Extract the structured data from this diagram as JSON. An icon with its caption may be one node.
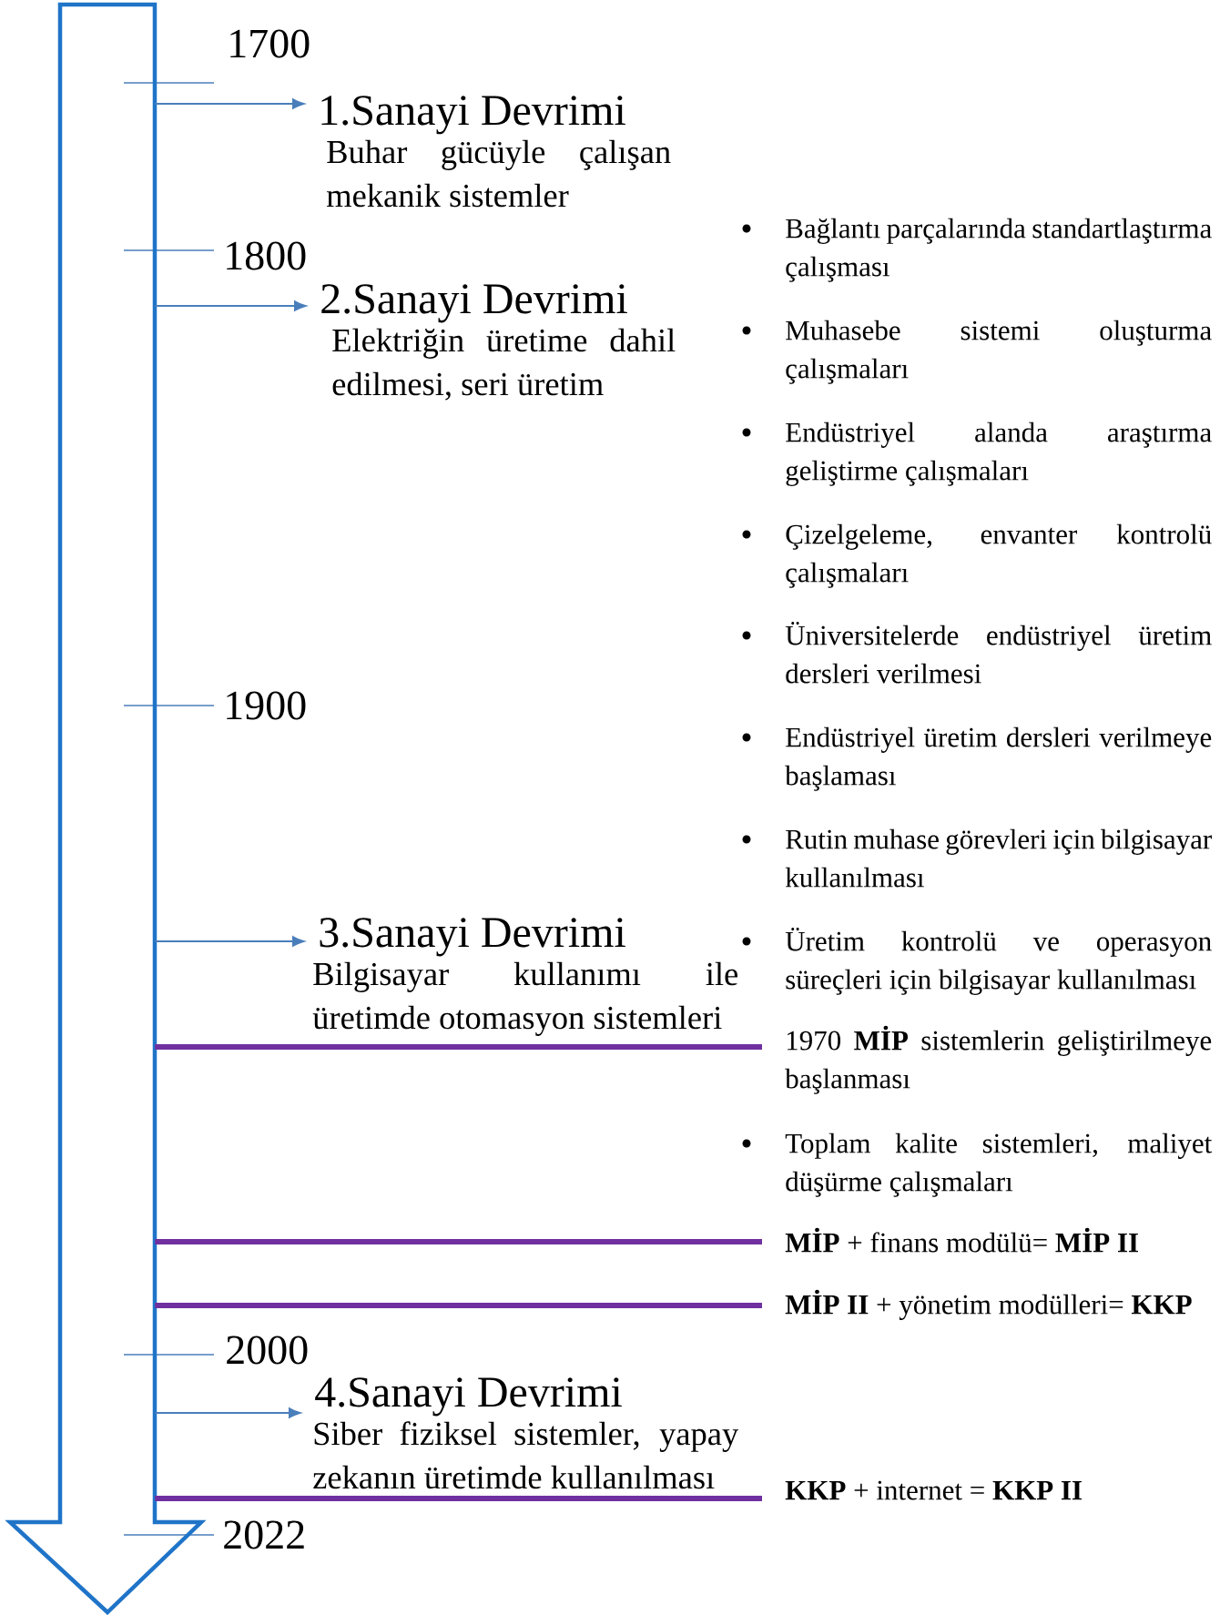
{
  "diagram": {
    "nodes": [
      {
        "text": [],
        "shape": "arrow"
      },
      {
        "text": [
          "1.Sanayi Devrimi",
          "Buhar gücüyle çalışan mekanik sistemler"
        ]
      },
      {
        "text": [
          "2.Sanayi Devrimi",
          "Elektriğin üretime dahil edilmesi, seri üretim"
        ]
      },
      {
        "text": [
          "3.Sanayi Devrimi",
          "Bilgisayar kullanımı ile üretimde otomasyon sistemleri"
        ]
      },
      {
        "text": [
          "4.Sanayi Devrimi",
          "Siber fiziksel sistemler, yapay zekanın üretimde kullanılması"
        ]
      },
      {
        "text": [
          "1970 **MİP** sistemlerin geliştirilmeye başlanması"
        ]
      },
      {
        "text": [
          "**MİP** + finans modülü= **MİP II**"
        ]
      },
      {
        "text": [
          "**MİP II** + yönetim modülleri= **KKP**"
        ]
      },
      {
        "text": [
          "**KKP** + internet = **KKP II**"
        ]
      }
    ],
    "edges": [
      {
        "from": 0,
        "to": 1,
        "arrow": "to"
      },
      {
        "from": 0,
        "to": 2,
        "arrow": "to"
      },
      {
        "from": 0,
        "to": 3,
        "arrow": "to"
      },
      {
        "from": 0,
        "to": 4,
        "arrow": "to"
      },
      {
        "from": 0,
        "to": 5,
        "arrow": "none",
        "style": "thick",
        "color": "#7030a0"
      },
      {
        "from": 0,
        "to": 6,
        "arrow": "none",
        "style": "thick",
        "color": "#7030a0"
      },
      {
        "from": 0,
        "to": 7,
        "arrow": "none",
        "style": "thick",
        "color": "#7030a0"
      },
      {
        "from": 0,
        "to": 8,
        "arrow": "none",
        "style": "thick",
        "color": "#7030a0"
      }
    ],
    "labels": [
      "1700",
      "1800",
      "1900",
      "2000",
      "2022",
      "Bağlantı parçalarında standartlaştırma çalışması",
      "Muhasebe sistemi oluşturma çalışmaları",
      "Endüstriyel alanda araştırma geliştirme çalışmaları",
      "Çizelgeleme, envanter kontrolü çalışmaları",
      "Üniversitelerde endüstriyel üretim dersleri verilmesi",
      "Endüstriyel üretim dersleri verilmeye başlaması",
      "Rutin muhase görevleri için bilgisayar kullanılması",
      "Üretim kontrolü ve operasyon süreçleri için bilgisayar kullanılması",
      "Toplam kalite sistemleri, maliyet düşürme çalışmaları"
    ]
  }
}
